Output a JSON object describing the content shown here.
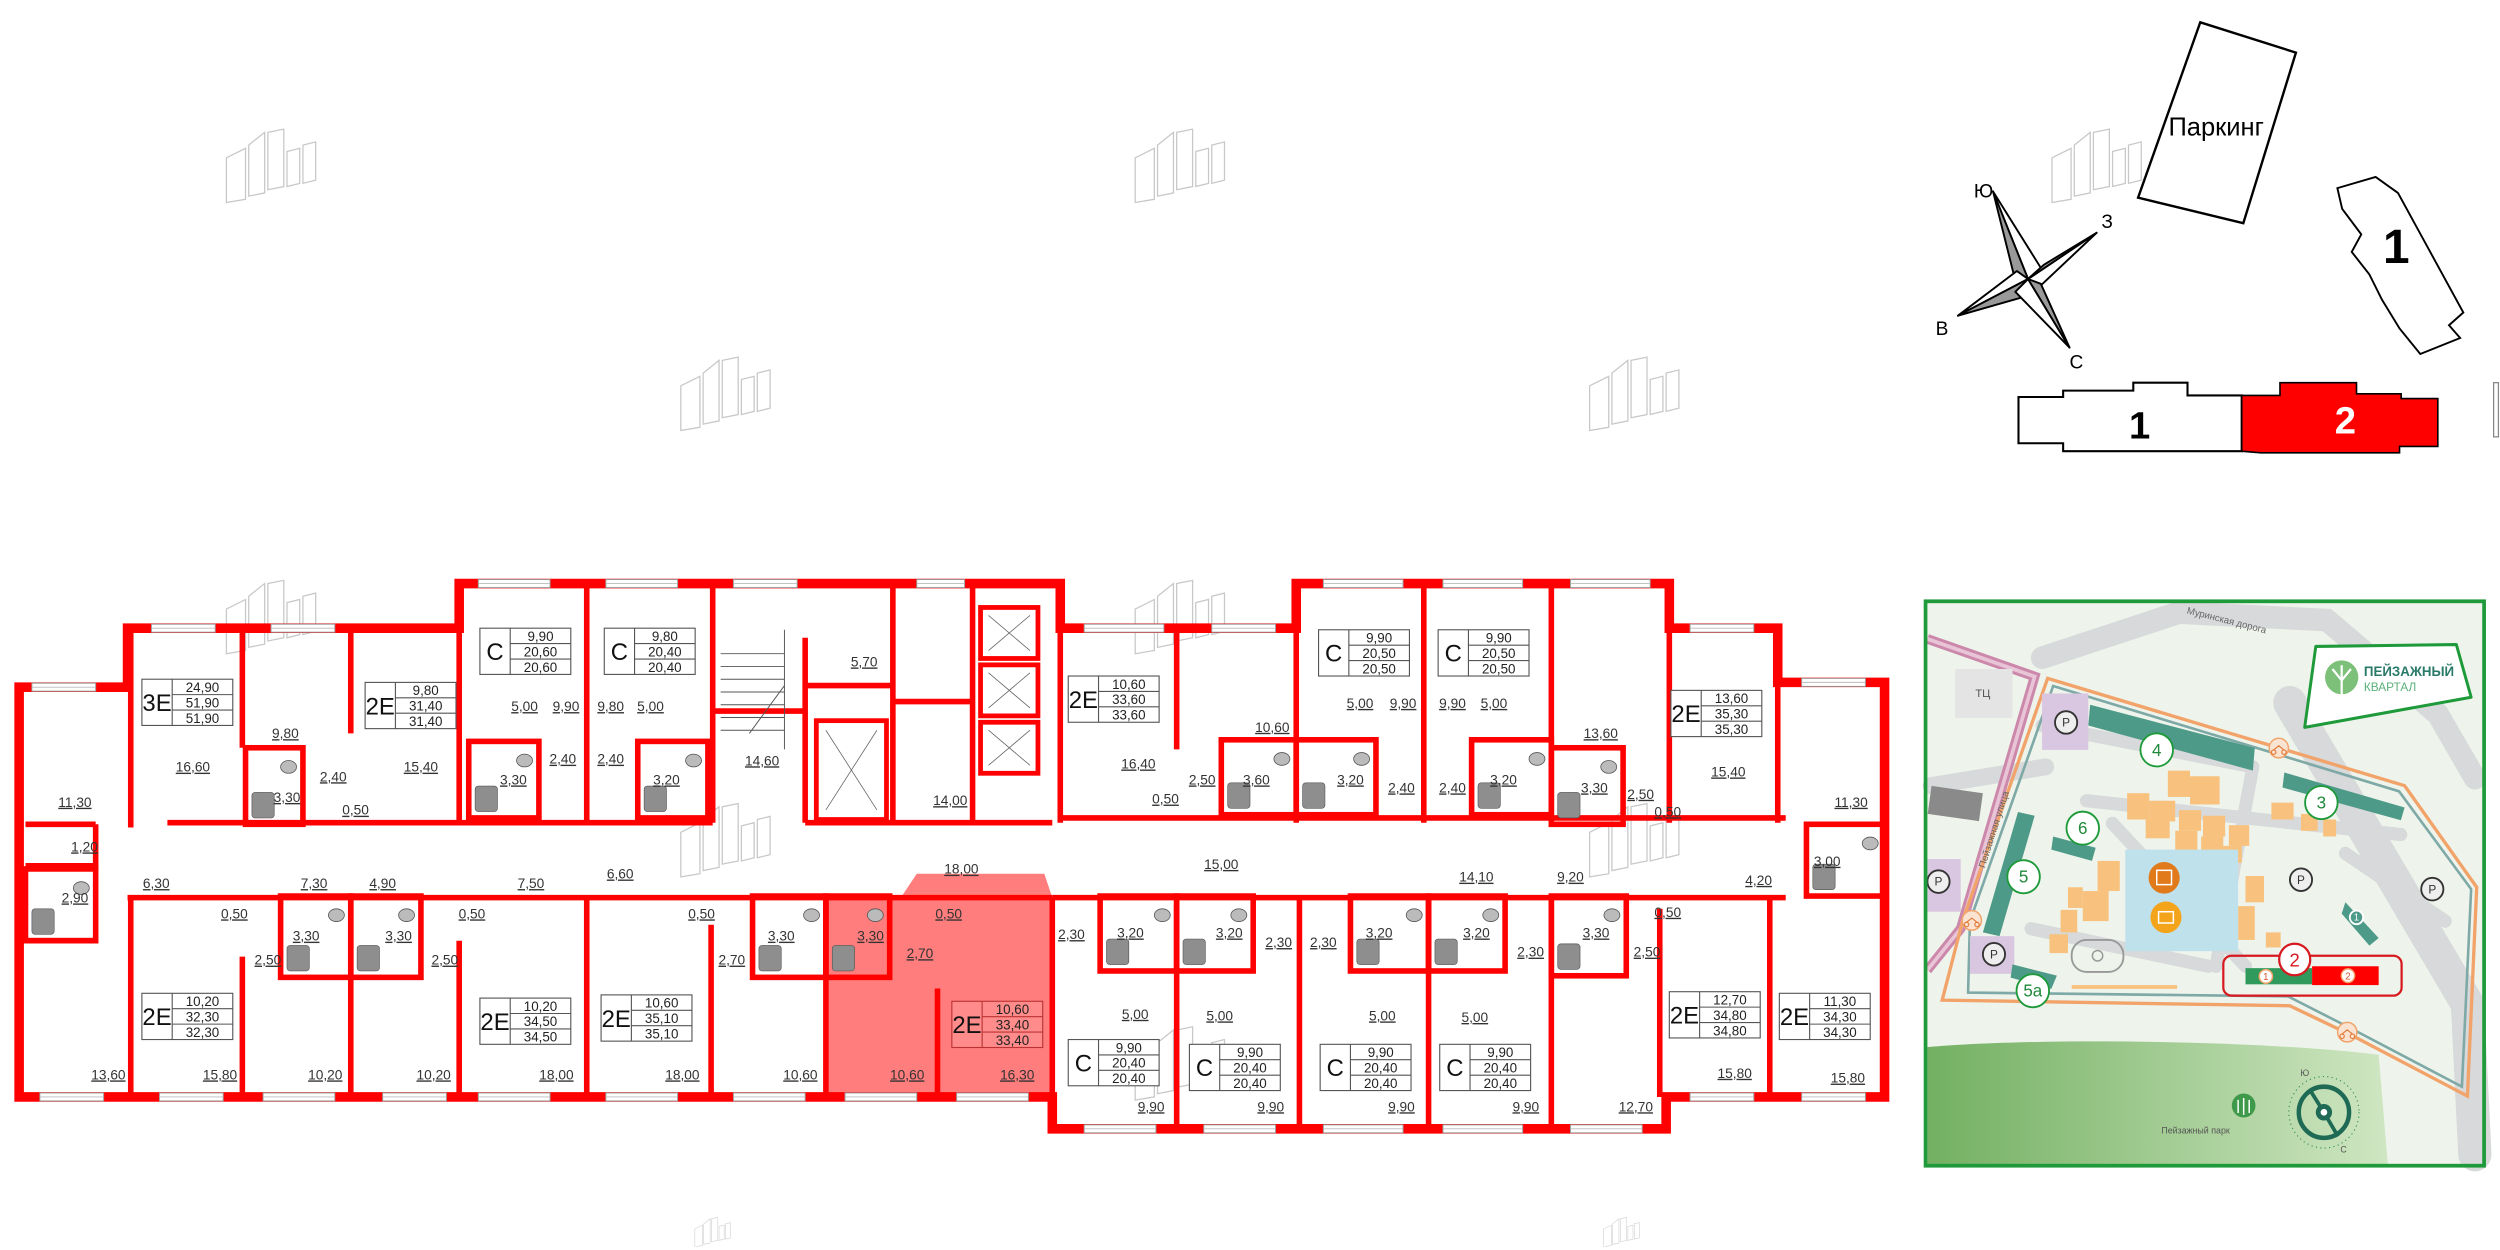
{
  "floor_plan": {
    "wall_color": "#ff0000",
    "highlight_color": "#ff7d7d",
    "apartments": [
      {
        "type": "3E",
        "living": "24,90",
        "total": "51,90",
        "total_alt": "51,90",
        "highlighted": false
      },
      {
        "type": "2E",
        "living": "9,80",
        "total": "31,40",
        "total_alt": "31,40",
        "highlighted": false
      },
      {
        "type": "C",
        "living": "9,90",
        "total": "20,60",
        "total_alt": "20,60",
        "highlighted": false
      },
      {
        "type": "C",
        "living": "9,80",
        "total": "20,40",
        "total_alt": "20,40",
        "highlighted": false
      },
      {
        "type": "2E",
        "living": "10,60",
        "total": "33,60",
        "total_alt": "33,60",
        "highlighted": false
      },
      {
        "type": "C",
        "living": "9,90",
        "total": "20,50",
        "total_alt": "20,50",
        "highlighted": false
      },
      {
        "type": "C",
        "living": "9,90",
        "total": "20,50",
        "total_alt": "20,50",
        "highlighted": false
      },
      {
        "type": "2E",
        "living": "13,60",
        "total": "35,30",
        "total_alt": "35,30",
        "highlighted": false
      },
      {
        "type": "2E",
        "living": "10,20",
        "total": "32,30",
        "total_alt": "32,30",
        "highlighted": false
      },
      {
        "type": "2E",
        "living": "10,20",
        "total": "34,50",
        "total_alt": "34,50",
        "highlighted": false
      },
      {
        "type": "2E",
        "living": "10,60",
        "total": "35,10",
        "total_alt": "35,10",
        "highlighted": false
      },
      {
        "type": "2E",
        "living": "10,60",
        "total": "33,40",
        "total_alt": "33,40",
        "highlighted": true
      },
      {
        "type": "C",
        "living": "9,90",
        "total": "20,40",
        "total_alt": "20,40",
        "highlighted": false
      },
      {
        "type": "C",
        "living": "9,90",
        "total": "20,40",
        "total_alt": "20,40",
        "highlighted": false
      },
      {
        "type": "C",
        "living": "9,90",
        "total": "20,40",
        "total_alt": "20,40",
        "highlighted": false
      },
      {
        "type": "C",
        "living": "9,90",
        "total": "20,40",
        "total_alt": "20,40",
        "highlighted": false
      },
      {
        "type": "2E",
        "living": "12,70",
        "total": "34,80",
        "total_alt": "34,80",
        "highlighted": false
      },
      {
        "type": "2E",
        "living": "11,30",
        "total": "34,30",
        "total_alt": "34,30",
        "highlighted": false
      }
    ],
    "room_areas": [
      "11,30",
      "16,60",
      "9,80",
      "2,40",
      "3,30",
      "0,50",
      "15,40",
      "5,00",
      "9,90",
      "9,80",
      "5,00",
      "3,30",
      "2,40",
      "2,40",
      "3,20",
      "14,60",
      "5,70",
      "14,00",
      "1,20",
      "2,90",
      "6,30",
      "7,30",
      "4,90",
      "7,50",
      "6,60",
      "18,00",
      "0,50",
      "3,30",
      "3,30",
      "2,50",
      "2,50",
      "0,50",
      "0,50",
      "3,30",
      "3,30",
      "2,70",
      "2,70",
      "0,50",
      "13,60",
      "15,80",
      "10,20",
      "10,20",
      "18,00",
      "18,00",
      "10,60",
      "10,60",
      "16,30",
      "16,40",
      "10,60",
      "0,50",
      "2,50",
      "3,60",
      "3,20",
      "5,00",
      "9,90",
      "2,40",
      "2,40",
      "9,90",
      "5,00",
      "3,20",
      "13,60",
      "3,30",
      "2,50",
      "0,50",
      "15,40",
      "11,30",
      "15,00",
      "14,10",
      "9,20",
      "4,20",
      "3,00",
      "0,50",
      "2,30",
      "3,20",
      "3,20",
      "2,30",
      "2,30",
      "3,20",
      "3,20",
      "2,30",
      "3,30",
      "2,50",
      "5,00",
      "5,00",
      "5,00",
      "5,00",
      "9,90",
      "9,90",
      "9,90",
      "9,90",
      "12,70",
      "15,80",
      "15,80"
    ]
  },
  "key_plan": {
    "parking_label": "Паркинг",
    "building_1_label": "1",
    "section_1_label": "1",
    "section_2_label": "2",
    "selected_section_color": "#ff0000",
    "compass": {
      "south": "Ю",
      "west": "З",
      "east": "В",
      "north": "С"
    }
  },
  "site_map": {
    "border_color": "#1e9a3a",
    "road_label": "Муринская дорога",
    "street_label": "Пейзажная улица",
    "mall_label": "ТЦ",
    "logo_line1": "ПЕЙЗАЖНЫЙ",
    "logo_line2": "КВАРТАЛ",
    "park_label": "Пейзажный парк",
    "parking_marker": "P",
    "buildings": [
      "4",
      "3",
      "6",
      "5",
      "5а",
      "1"
    ],
    "selected_building": "2",
    "selected_sections": [
      "1",
      "2"
    ],
    "compass": {
      "south": "Ю",
      "north": "С"
    }
  }
}
